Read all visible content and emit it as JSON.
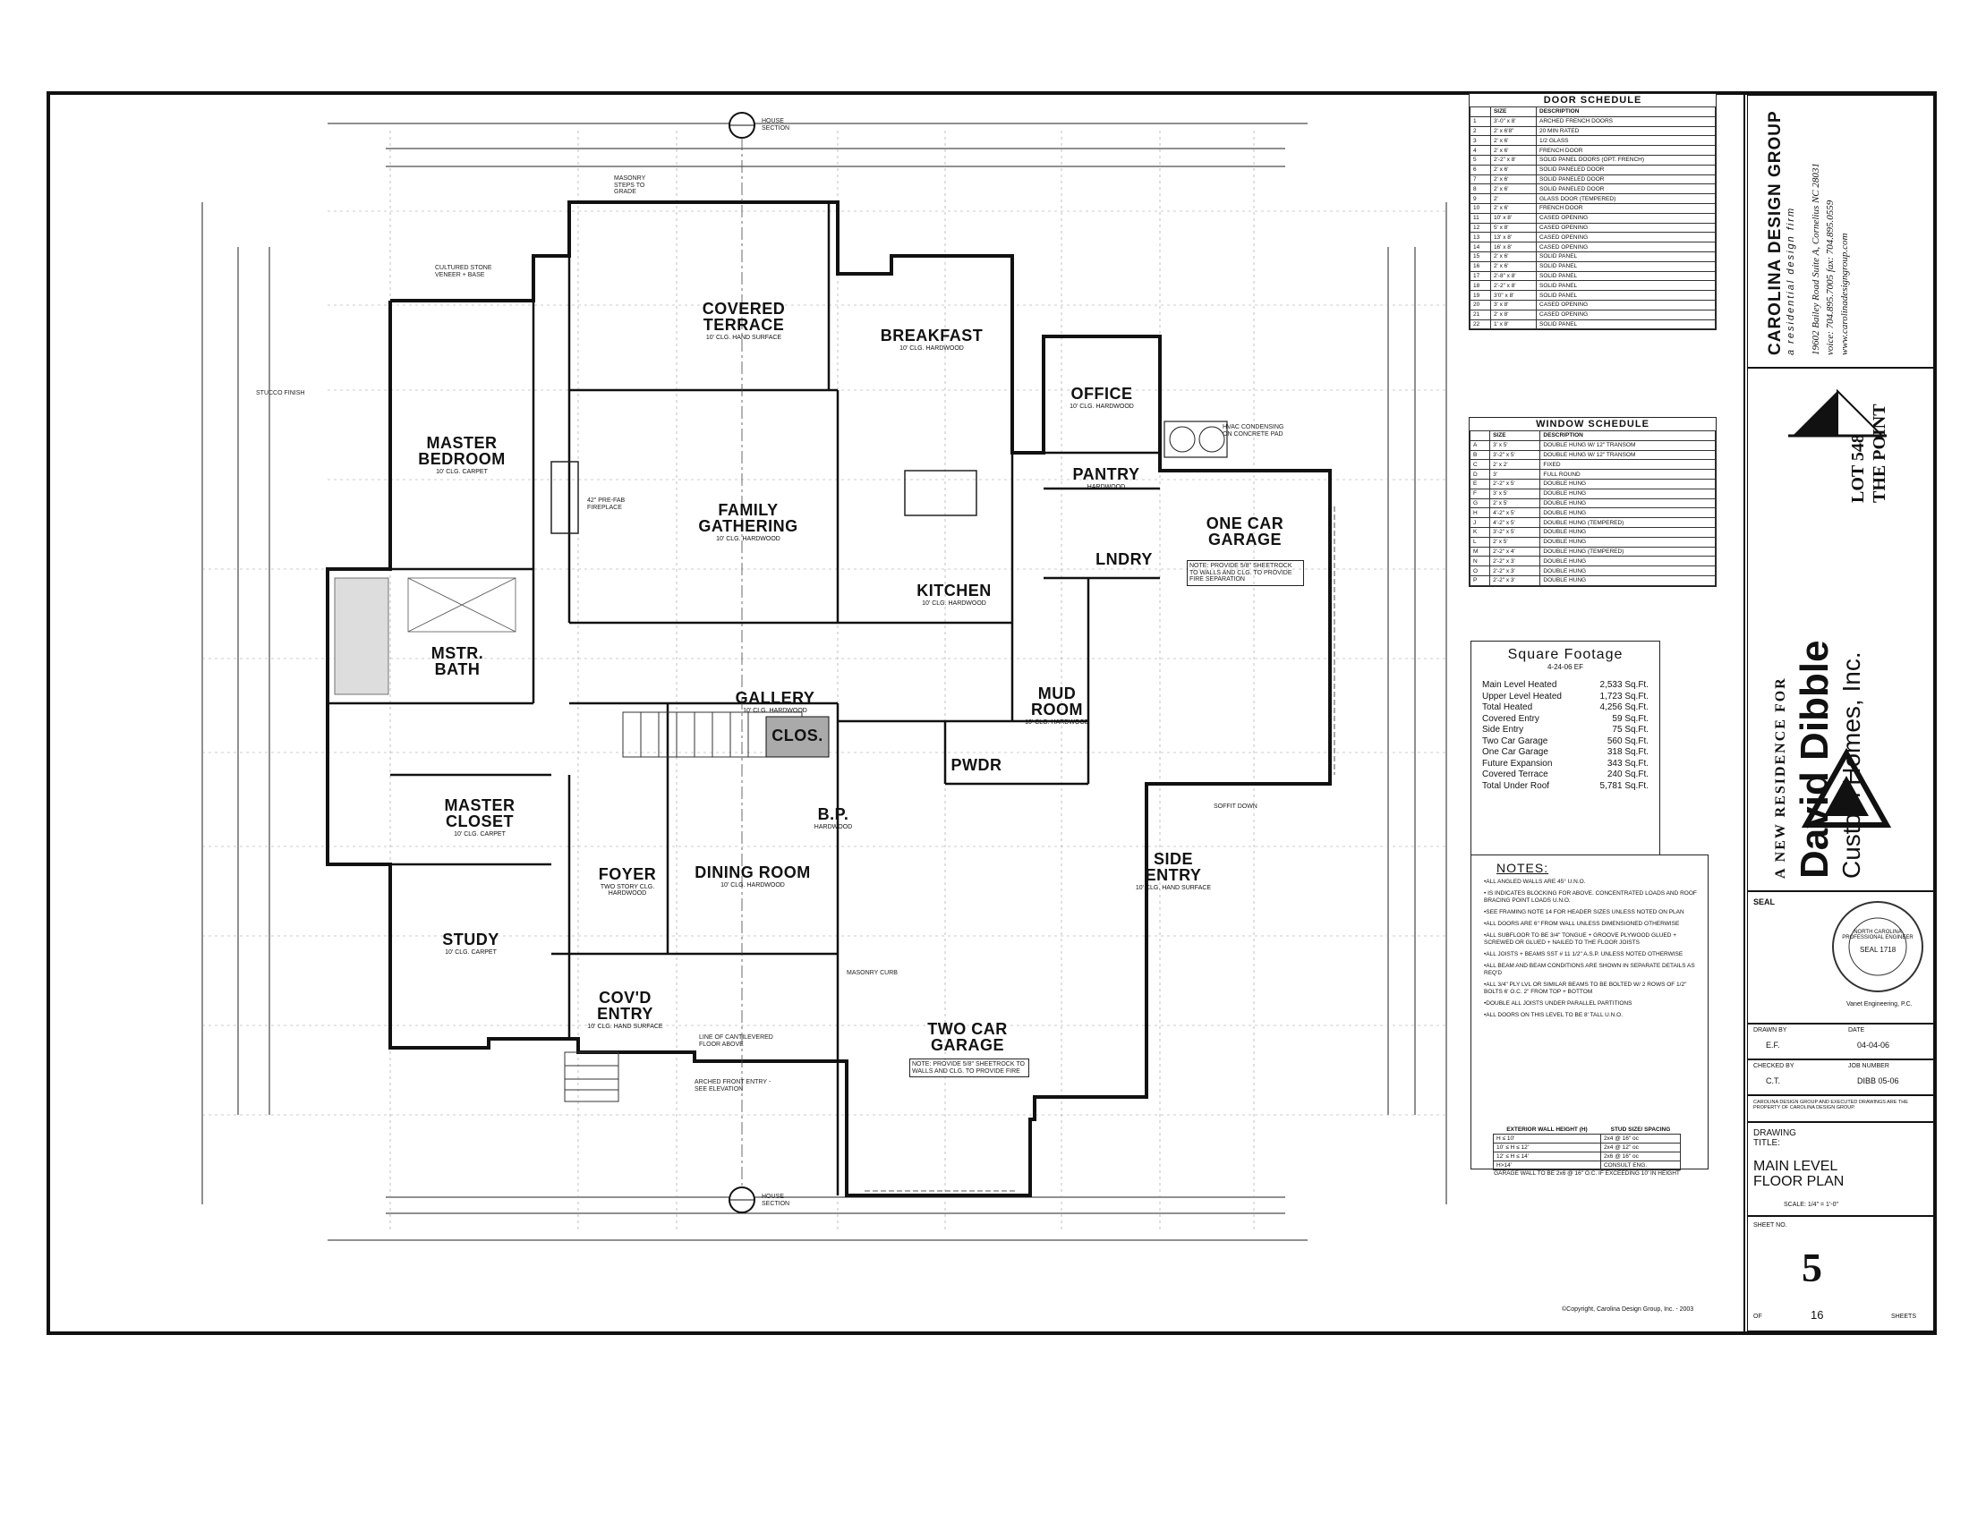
{
  "rooms": {
    "covered_terrace": {
      "name": "COVERED TERRACE",
      "sub": "10' CLG. HAND SURFACE"
    },
    "breakfast": {
      "name": "BREAKFAST",
      "sub": "10' CLG. HARDWOOD"
    },
    "office": {
      "name": "OFFICE",
      "sub": "10' CLG. HARDWOOD"
    },
    "master_bedroom": {
      "name": "MASTER BEDROOM",
      "sub": "10' CLG. CARPET"
    },
    "family_gathering": {
      "name": "FAMILY GATHERING",
      "sub": "10' CLG. HARDWOOD"
    },
    "pantry": {
      "name": "PANTRY",
      "sub": "HARDWOOD"
    },
    "one_car_garage": {
      "name": "ONE CAR GARAGE",
      "sub": ""
    },
    "kitchen": {
      "name": "KITCHEN",
      "sub": "10' CLG. HARDWOOD"
    },
    "lndry": {
      "name": "LNDRY",
      "sub": ""
    },
    "mstr_bath": {
      "name": "MSTR. BATH",
      "sub": ""
    },
    "gallery": {
      "name": "GALLERY",
      "sub": "10' CLG. HARDWOOD"
    },
    "mud_room": {
      "name": "MUD ROOM",
      "sub": "10' CLG. HARDWOOD"
    },
    "clos": {
      "name": "CLOS.",
      "sub": ""
    },
    "pwdr": {
      "name": "PWDR",
      "sub": ""
    },
    "master_closet": {
      "name": "MASTER CLOSET",
      "sub": "10' CLG. CARPET"
    },
    "bp": {
      "name": "B.P.",
      "sub": "HARDWOOD"
    },
    "foyer": {
      "name": "FOYER",
      "sub": "TWO STORY CLG. HARDWOOD"
    },
    "dining_room": {
      "name": "DINING ROOM",
      "sub": "10' CLG. HARDWOOD"
    },
    "side_entry": {
      "name": "SIDE ENTRY",
      "sub": "10' CLG. HAND SURFACE"
    },
    "study": {
      "name": "STUDY",
      "sub": "10' CLG. CARPET"
    },
    "covd_entry": {
      "name": "COV'D ENTRY",
      "sub": "10' CLG. HAND SURFACE"
    },
    "two_car_garage": {
      "name": "TWO CAR GARAGE",
      "sub": ""
    }
  },
  "plan_notes": {
    "house_section_top": "HOUSE SECTION",
    "house_section_bottom": "HOUSE SECTION",
    "stucco_finish": "STUCCO FINISH",
    "masonry_steps_grade": "MASONRY STEPS TO GRADE",
    "cultured_stone": "CULTURED STONE VENEER + BASE",
    "garage_note": "NOTE: PROVIDE 5/8\" SHEETROCK TO WALLS AND CLG. TO PROVIDE FIRE SEPARATION",
    "two_car_note": "NOTE: PROVIDE 5/8\" SHEETROCK TO WALLS AND CLG. TO PROVIDE FIRE",
    "line_cantilevered": "LINE OF CANTILEVERED FLOOR ABOVE",
    "arched_front": "ARCHED FRONT ENTRY - SEE ELEVATION",
    "masonry_curb": "MASONRY CURB",
    "soffit_down": "SOFFIT DOWN",
    "hvac": "HVAC CONDENSING ON CONCRETE PAD",
    "fireplace": "42\" PRE-FAB FIREPLACE"
  },
  "door_schedule": {
    "title": "DOOR SCHEDULE",
    "headers": [
      "",
      "SIZE",
      "DESCRIPTION"
    ],
    "rows": [
      [
        "1",
        "3'-0\" x 8'",
        "ARCHED FRENCH DOORS"
      ],
      [
        "2",
        "2' x 6'8\"",
        "20 MIN RATED"
      ],
      [
        "3",
        "2' x 6'",
        "1/2 GLASS"
      ],
      [
        "4",
        "2' x 6'",
        "FRENCH DOOR"
      ],
      [
        "5",
        "2'-2\" x 8'",
        "SOLID PANEL DOORS (OPT. FRENCH)"
      ],
      [
        "6",
        "2' x 6'",
        "SOLID PANELED DOOR"
      ],
      [
        "7",
        "2' x 6'",
        "SOLID PANELED DOOR"
      ],
      [
        "8",
        "2' x 6'",
        "SOLID PANELED DOOR"
      ],
      [
        "9",
        "2'",
        "GLASS DOOR (TEMPERED)"
      ],
      [
        "10",
        "2' x 6'",
        "FRENCH DOOR"
      ],
      [
        "11",
        "10' x 8'",
        "CASED OPENING"
      ],
      [
        "12",
        "5' x 8'",
        "CASED OPENING"
      ],
      [
        "13",
        "13' x 8'",
        "CASED OPENING"
      ],
      [
        "14",
        "16' x 8'",
        "CASED OPENING"
      ],
      [
        "15",
        "2' x 6'",
        "SOLID PANEL"
      ],
      [
        "16",
        "2' x 6'",
        "SOLID PANEL"
      ],
      [
        "17",
        "2'-8\" x 8'",
        "SOLID PANEL"
      ],
      [
        "18",
        "2'-2\" x 8'",
        "SOLID PANEL"
      ],
      [
        "19",
        "3'0\" x 8'",
        "SOLID PANEL"
      ],
      [
        "20",
        "3' x 8'",
        "CASED OPENING"
      ],
      [
        "21",
        "2' x 8'",
        "CASED OPENING"
      ],
      [
        "22",
        "1' x 8'",
        "SOLID PANEL"
      ]
    ]
  },
  "window_schedule": {
    "title": "WINDOW SCHEDULE",
    "headers": [
      "",
      "SIZE",
      "DESCRIPTION"
    ],
    "rows": [
      [
        "A",
        "3' x 5'",
        "DOUBLE HUNG W/ 12\" TRANSOM"
      ],
      [
        "B",
        "3'-2\" x 5'",
        "DOUBLE HUNG W/ 12\" TRANSOM"
      ],
      [
        "C",
        "2' x 2'",
        "FIXED"
      ],
      [
        "D",
        "3'",
        "FULL ROUND"
      ],
      [
        "E",
        "2'-2\" x 5'",
        "DOUBLE HUNG"
      ],
      [
        "F",
        "3' x 5'",
        "DOUBLE HUNG"
      ],
      [
        "G",
        "2' x 5'",
        "DOUBLE HUNG"
      ],
      [
        "H",
        "4'-2\" x 5'",
        "DOUBLE HUNG"
      ],
      [
        "J",
        "4'-2\" x 5'",
        "DOUBLE HUNG (TEMPERED)"
      ],
      [
        "K",
        "3'-2\" x 5'",
        "DOUBLE HUNG"
      ],
      [
        "L",
        "2' x 5'",
        "DOUBLE HUNG"
      ],
      [
        "M",
        "2'-2\" x 4'",
        "DOUBLE HUNG (TEMPERED)"
      ],
      [
        "N",
        "2'-2\" x 3'",
        "DOUBLE HUNG"
      ],
      [
        "O",
        "2'-2\" x 3'",
        "DOUBLE HUNG"
      ],
      [
        "P",
        "2'-2\" x 3'",
        "DOUBLE HUNG"
      ]
    ]
  },
  "square_footage": {
    "title": "Square Footage",
    "date": "4-24-06 EF",
    "rows": [
      [
        "Main Level Heated",
        "2,533 Sq.Ft."
      ],
      [
        "Upper Level Heated",
        "1,723 Sq.Ft."
      ],
      [
        "Total Heated",
        "4,256 Sq.Ft."
      ],
      [
        "",
        ""
      ],
      [
        "Covered Entry",
        "59 Sq.Ft."
      ],
      [
        "Side Entry",
        "75 Sq.Ft."
      ],
      [
        "Two Car Garage",
        "560 Sq.Ft."
      ],
      [
        "One Car Garage",
        "318 Sq.Ft."
      ],
      [
        "Future Expansion",
        "343 Sq.Ft."
      ],
      [
        "Covered Terrace",
        "240 Sq.Ft."
      ],
      [
        "",
        ""
      ],
      [
        "Total Under Roof",
        "5,781 Sq.Ft."
      ]
    ]
  },
  "notes": {
    "title": "NOTES:",
    "items": [
      "•ALL ANGLED WALLS ARE 45° U.N.O.",
      "• IS INDICATES BLOCKING FOR ABOVE. CONCENTRATED LOADS AND ROOF BRACING POINT LOADS U.N.O.",
      "•SEE FRAMING NOTE 14 FOR HEADER SIZES UNLESS NOTED ON PLAN",
      "•ALL DOORS ARE 6\" FROM WALL UNLESS DIMENSIONED OTHERWISE",
      "•ALL SUBFLOOR TO BE 3/4\" TONGUE + GROOVE PLYWOOD GLUED + SCREWED OR GLUED + NAILED TO THE FLOOR JOISTS",
      "•ALL JOISTS + BEAMS SST # 11 1/2\" A.S.P. UNLESS NOTED OTHERWISE",
      "•ALL BEAM AND BEAM CONDITIONS ARE SHOWN IN SEPARATE DETAILS AS REQ'D",
      "•ALL 3/4\" PLY LVL OR SIMILAR BEAMS TO BE BOLTED W/ 2 ROWS OF 1/2\" BOLTS 6' O.C. 2\" FROM TOP + BOTTOM",
      "•DOUBLE ALL JOISTS UNDER PARALLEL PARTITIONS",
      "•ALL DOORS ON THIS LEVEL TO BE 8' TALL U.N.O."
    ]
  },
  "wall_table": {
    "headers": [
      "EXTERIOR WALL HEIGHT (H)",
      "STUD SIZE/ SPACING"
    ],
    "rows": [
      [
        "H ≤ 10'",
        "2x4 @ 16\" oc"
      ],
      [
        "10' ≤ H ≤ 12'",
        "2x4 @ 12\" oc"
      ],
      [
        "12' ≤ H ≤ 14'",
        "2x6 @ 16\" oc"
      ],
      [
        "H>14'",
        "CONSULT ENG."
      ]
    ],
    "footer": "GARAGE WALL TO BE 2x6 @ 16\" O.C. IF EXCEEDING 10' IN HEIGHT"
  },
  "title_block": {
    "company": "CAROLINA DESIGN GROUP",
    "tagline": "a residential design firm",
    "address": "19602 Bailey Road Suite A, Cornelius NC 28031",
    "phone": "voice: 704.895.7005 fax: 704.895.0559",
    "web": "www.carolinadesigngroup.com",
    "project_intro": "A NEW RESIDENCE FOR",
    "client": "David Dibble",
    "client_sub": "Custom Homes, Inc.",
    "lot": "LOT 548",
    "community": "THE POINT",
    "seal_label": "SEAL",
    "seal_text": "NORTH CAROLINA PROFESSIONAL ENGINEER",
    "seal_number": "SEAL 1718",
    "engineer": "Vanet Engineering, P.C.",
    "drawn_by_label": "DRAWN BY",
    "drawn_by": "E.F.",
    "date_label": "DATE",
    "date": "04-04-06",
    "checked_by_label": "CHECKED BY",
    "checked_by": "C.T.",
    "job_number_label": "JOB NUMBER",
    "job_number": "DIBB 05-06",
    "disclaimer": "CAROLINA DESIGN GROUP AND EXECUTED DRAWINGS ARE THE PROPERTY OF CAROLINA DESIGN GROUP.",
    "drawing_title_label": "DRAWING TITLE:",
    "drawing_title": "MAIN LEVEL FLOOR PLAN",
    "scale": "SCALE: 1/4\" = 1'-0\"",
    "sheet_no_label": "SHEET NO.",
    "sheet_no": "5",
    "of_label": "OF",
    "of_total": "16",
    "sheets_label": "SHEETS",
    "copyright": "©Copyright, Carolina Design Group, Inc. - 2003"
  },
  "colors": {
    "ink": "#111111",
    "paper": "#ffffff"
  }
}
